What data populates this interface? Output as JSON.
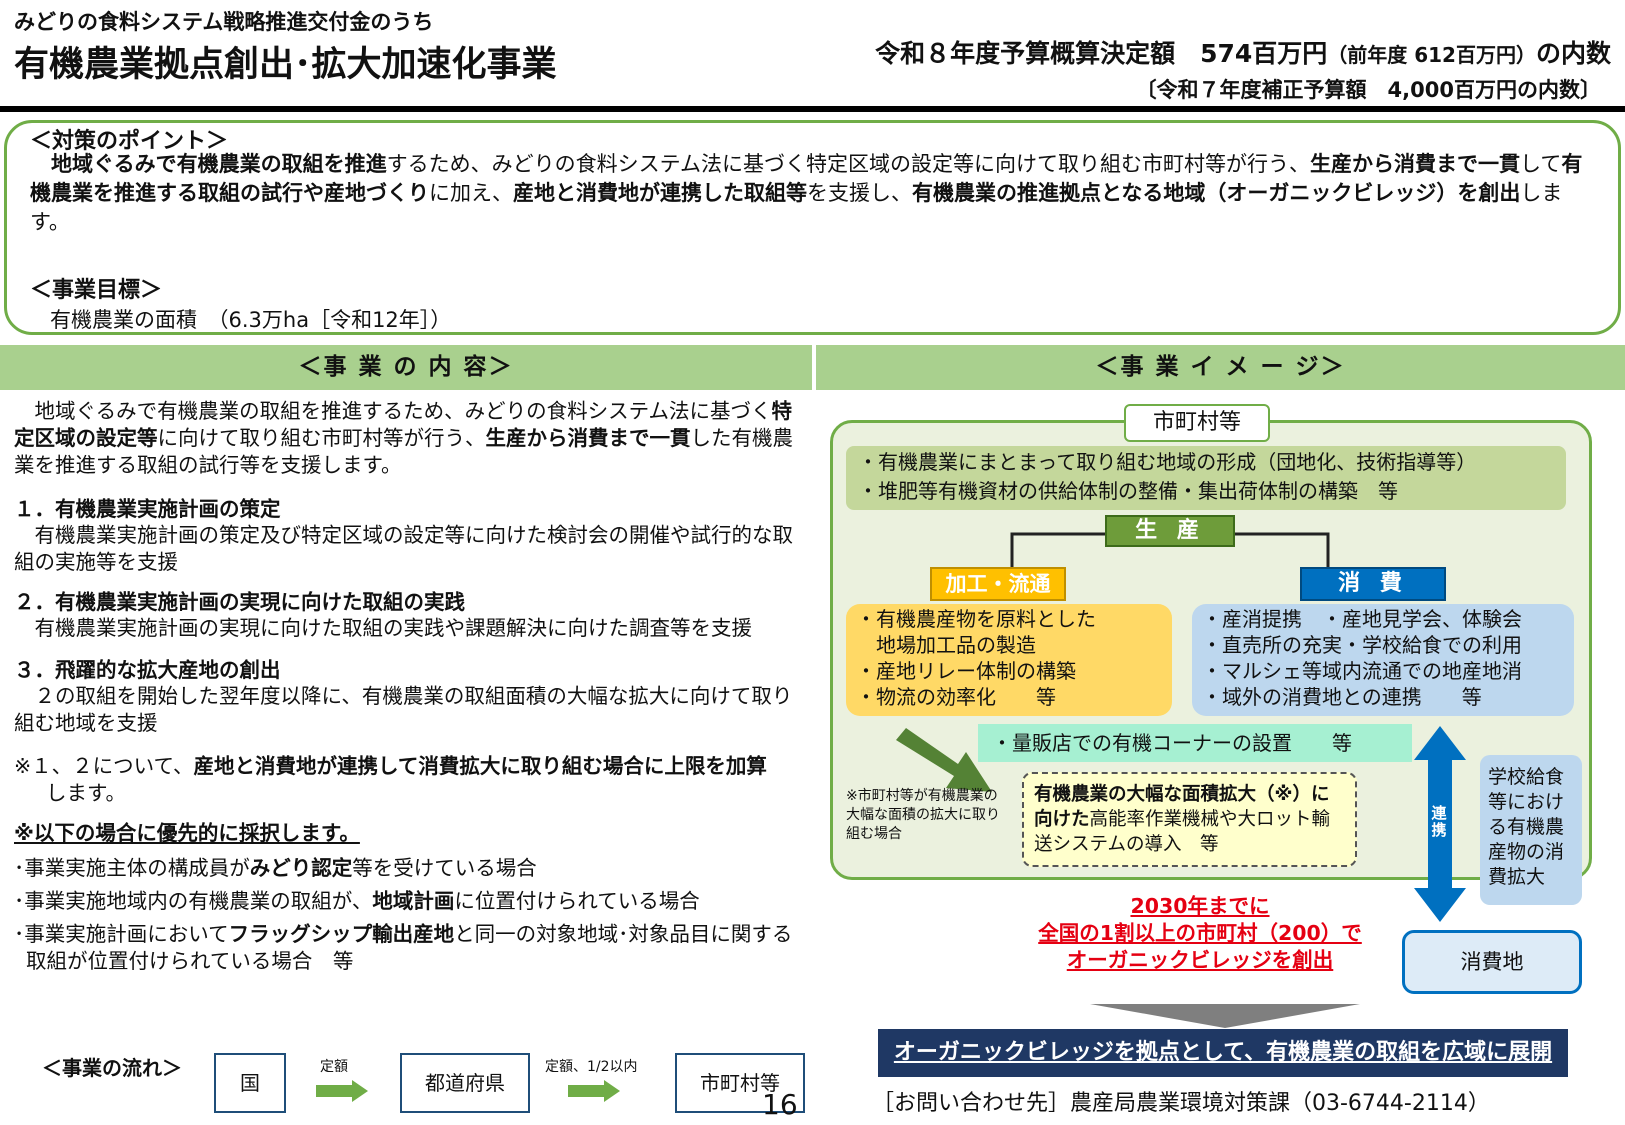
{
  "header": {
    "subtitle": "みどりの食料システム戦略推進交付金のうち",
    "title": "有機農業拠点創出･拡大加速化事業",
    "budget_main": "令和８年度予算概算決定額　574百万円",
    "budget_prev": "（前年度 612百万円）",
    "budget_suffix": "の内数",
    "supplementary": "〔令和７年度補正予算額　4,000百万円の内数〕"
  },
  "points": {
    "heading": "＜対策のポイント＞",
    "body": [
      {
        "t": "　地域ぐるみで",
        "b": true
      },
      {
        "t": "有機農業の取組を推進",
        "b": true
      },
      {
        "t": "するため、みどりの食料システム法に基づく特定区域の設定等に向けて取り組む市町村等が行う、",
        "b": false
      },
      {
        "t": "生産から消費まで一貫",
        "b": true
      },
      {
        "t": "して",
        "b": false
      },
      {
        "t": "有機農業を推進する取組の試行や産地づくり",
        "b": true
      },
      {
        "t": "に加え、",
        "b": false
      },
      {
        "t": "産地と消費地が連携した取組等",
        "b": true
      },
      {
        "t": "を支援し、",
        "b": false
      },
      {
        "t": "有機農業の推進拠点となる地域（オーガニックビレッジ）を創出",
        "b": true
      },
      {
        "t": "します。",
        "b": false
      }
    ],
    "goal_heading": "＜事業目標＞",
    "goal": "有機農業の面積　（6.3万ha［令和12年］）"
  },
  "left": {
    "section_title": "＜事 業 の 内 容＞",
    "intro": [
      {
        "t": "　地域ぐるみで有機農業の取組を推進するため、みどりの食料システム法に基づく",
        "b": false
      },
      {
        "t": "特定区域の設定等",
        "b": true
      },
      {
        "t": "に向けて取り組む市町村等が行う、",
        "b": false
      },
      {
        "t": "生産から消費まで一貫",
        "b": true
      },
      {
        "t": "した有機農業を推進する取組の試行等を支援します。",
        "b": false
      }
    ],
    "items": [
      {
        "heading": "１．有機農業実施計画の策定",
        "text": "　有機農業実施計画の策定及び特定区域の設定等に向けた検討会の開催や試行的な取組の実施等を支援"
      },
      {
        "heading": "２．有機農業実施計画の実現に向けた取組の実践",
        "text": "　有機農業実施計画の実現に向けた取組の実践や課題解決に向けた調査等を支援"
      },
      {
        "heading": "３．飛躍的な拡大産地の創出",
        "text": "　２の取組を開始した翌年度以降に、有機農業の取組面積の大幅な拡大に向けて取り組む地域を支援"
      }
    ],
    "note_prefix": "※１、２について、",
    "note_bold": "産地と消費地が連携して消費拡大に取り組む場合に上限を加算",
    "note_suffix": "します。",
    "priority_heading": "※以下の場合に優先的に採択します。",
    "priority": [
      [
        {
          "t": "･事業実施主体の構成員が",
          "b": false
        },
        {
          "t": "みどり認定",
          "b": true
        },
        {
          "t": "等を受けている場合",
          "b": false
        }
      ],
      [
        {
          "t": "･事業実施地域内の有機農業の取組が、",
          "b": false
        },
        {
          "t": "地域計画",
          "b": true
        },
        {
          "t": "に位置付けられている場合",
          "b": false
        }
      ],
      [
        {
          "t": "･事業実施計画において",
          "b": false
        },
        {
          "t": "フラッグシップ輸出産地",
          "b": true
        },
        {
          "t": "と同一の対象地域･対象品目に関する取組が位置付けられている場合　等",
          "b": false
        }
      ]
    ]
  },
  "flow": {
    "heading": "＜事業の流れ＞",
    "nodes": [
      "国",
      "都道府県",
      "市町村等"
    ],
    "labels": [
      "定額",
      "定額、1/2以内"
    ]
  },
  "right": {
    "section_title": "＜事 業 イ メ ー ジ＞",
    "city": "市町村等",
    "green_lines": [
      "・有機農業にまとまって取り組む地域の形成（団地化、技術指導等）",
      "・堆肥等有機資材の供給体制の整備・集出荷体制の構築　等"
    ],
    "seisan": "生 産",
    "kako": "加工・流通",
    "shohi": "消 費",
    "kako_lines": [
      "・有機農産物を原料とした",
      "　地場加工品の製造",
      "・産地リレー体制の構築",
      "・物流の効率化　　等"
    ],
    "shohi_lines": [
      "・産消提携　・産地見学会、体験会",
      "・直売所の充実・学校給食での利用",
      "・マルシェ等域内流通での地産地消",
      "・域外の消費地との連携　　等"
    ],
    "mint": "・量販店での有機コーナーの設置　　等",
    "dash_bold": "有機農業の大幅な面積拡大（※）に向けた",
    "dash_rest": "高能率作業機械や大ロット輸送システムの導入　等",
    "small_note": "※市町村等が有機農業の大幅な面積の拡大に取り組む場合",
    "renkei": "連携",
    "school": "学校給食等における有機農産物の消費拡大",
    "shohichi": "消費地",
    "target_lines": [
      "2030年までに",
      "全国の1割以上の市町村（200）で",
      "オーガニックビレッジを創出"
    ],
    "banner": "オーガニックビレッジを拠点として、有機農業の取組を広域に展開",
    "contact": "［お問い合わせ先］農産局農業環境対策課（03-6744-2114）"
  },
  "page_number": "16",
  "colors": {
    "green_border": "#70ad47",
    "section_green": "#a9d08e",
    "production": "#6e9c3a",
    "processing": "#ffc000",
    "consumption": "#0070c0",
    "target_red": "#e50012",
    "banner_navy": "#1f3864"
  }
}
